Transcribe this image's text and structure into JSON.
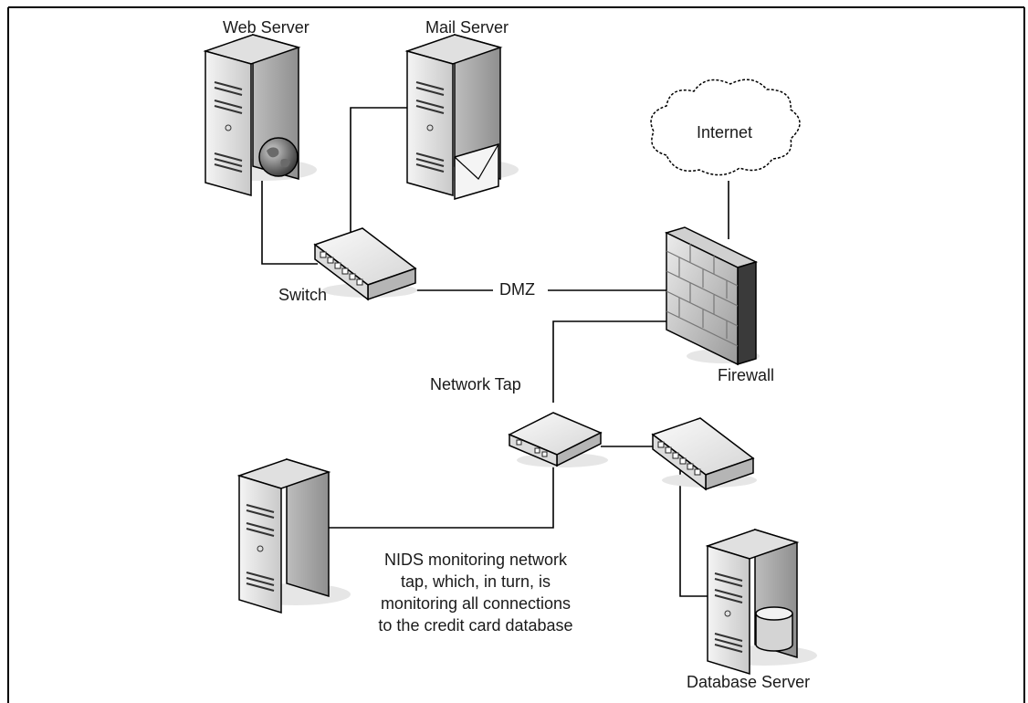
{
  "diagram": {
    "nodes": {
      "web_server": {
        "label": "Web Server",
        "icon": "web-server-icon"
      },
      "mail_server": {
        "label": "Mail Server",
        "icon": "mail-server-icon"
      },
      "internet": {
        "label": "Internet",
        "icon": "cloud-icon"
      },
      "switch": {
        "label": "Switch",
        "icon": "switch-icon"
      },
      "firewall": {
        "label": "Firewall",
        "icon": "firewall-icon"
      },
      "network_tap": {
        "label": "Network Tap",
        "icon": "network-tap-icon"
      },
      "internal_switch": {
        "icon": "switch-icon"
      },
      "nids": {
        "icon": "nids-server-icon"
      },
      "database_server": {
        "label": "Database Server",
        "icon": "database-server-icon"
      }
    },
    "edge_labels": {
      "dmz": "DMZ"
    },
    "caption_lines": [
      "NIDS monitoring network",
      "tap, which, in turn, is",
      "monitoring all connections",
      "to the credit card database"
    ]
  },
  "colors": {
    "line": "#000000",
    "server_body": "#d9d9d9",
    "server_dark": "#8a8a8a",
    "background": "#ffffff"
  }
}
